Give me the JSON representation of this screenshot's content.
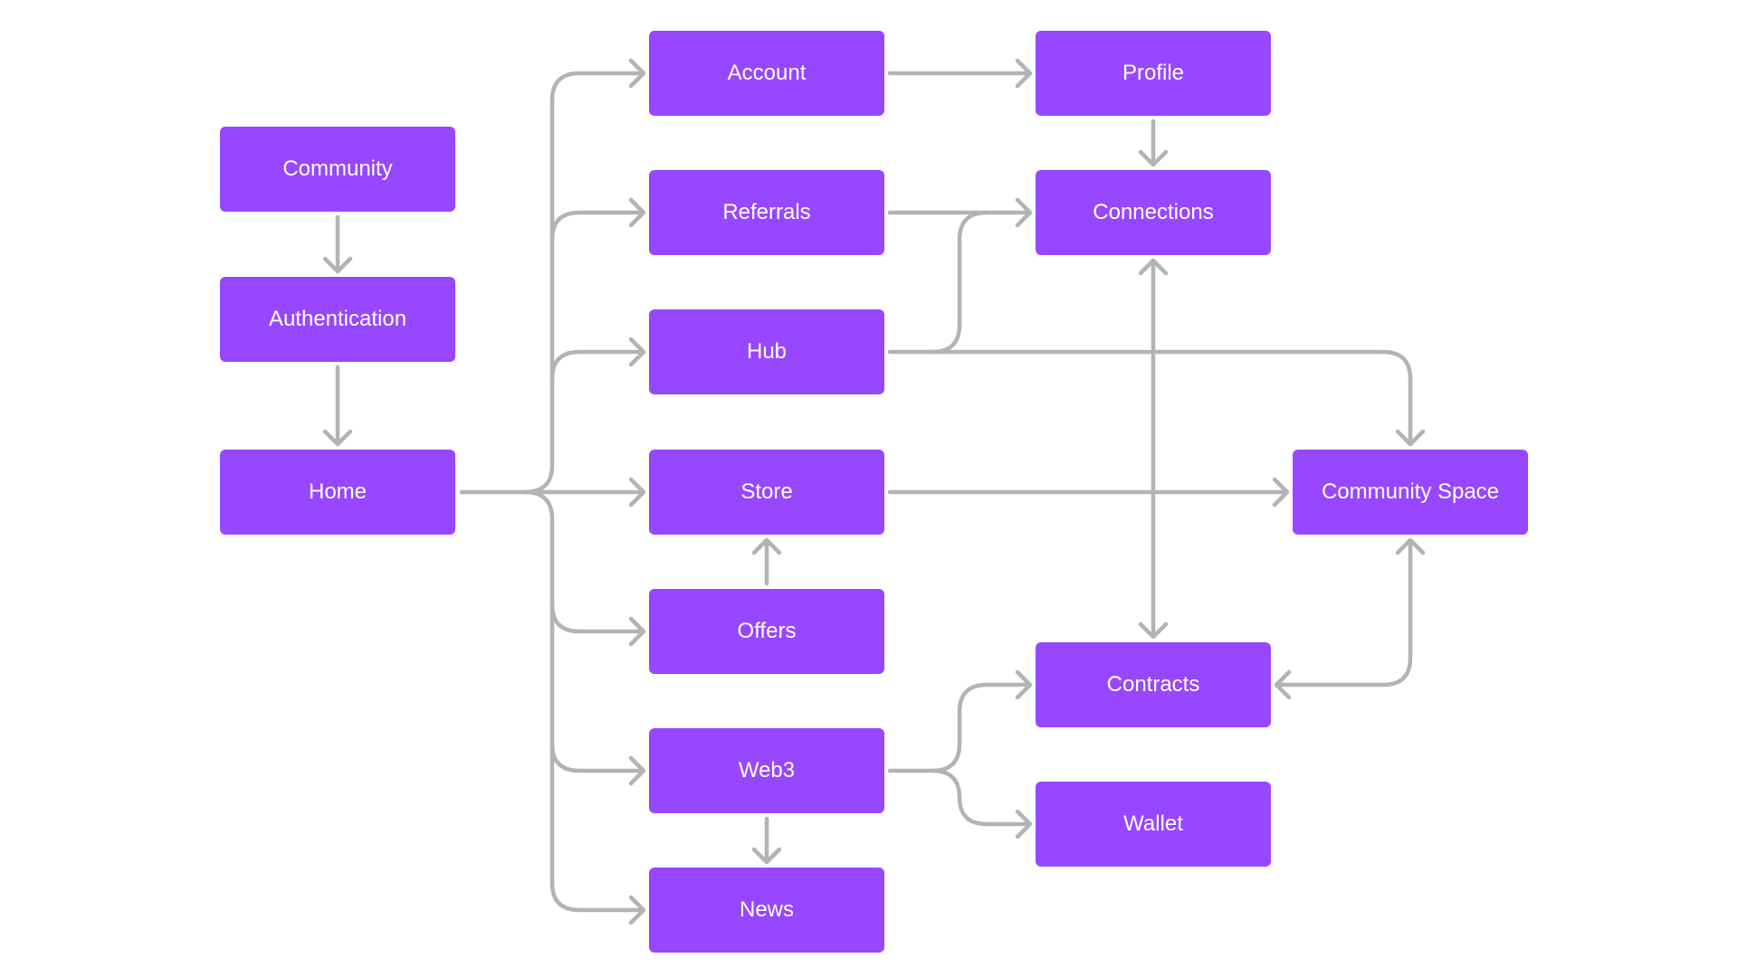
{
  "diagram": {
    "colors": {
      "node_fill": "#9747FF",
      "node_text": "#FFFFFF",
      "connector": "#B3B3B3",
      "background": "#FFFFFF"
    },
    "nodes": {
      "community": "Community",
      "authentication": "Authentication",
      "home": "Home",
      "account": "Account",
      "referrals": "Referrals",
      "hub": "Hub",
      "store": "Store",
      "offers": "Offers",
      "web3": "Web3",
      "news": "News",
      "profile": "Profile",
      "connections": "Connections",
      "contracts": "Contracts",
      "wallet": "Wallet",
      "community_space": "Community Space"
    },
    "edges": [
      {
        "from": "community",
        "to": "authentication"
      },
      {
        "from": "authentication",
        "to": "home"
      },
      {
        "from": "home",
        "to": "account"
      },
      {
        "from": "home",
        "to": "referrals"
      },
      {
        "from": "home",
        "to": "hub"
      },
      {
        "from": "home",
        "to": "store"
      },
      {
        "from": "home",
        "to": "offers"
      },
      {
        "from": "home",
        "to": "web3"
      },
      {
        "from": "home",
        "to": "news"
      },
      {
        "from": "account",
        "to": "profile"
      },
      {
        "from": "profile",
        "to": "connections"
      },
      {
        "from": "referrals",
        "to": "connections"
      },
      {
        "from": "hub",
        "to": "connections"
      },
      {
        "from": "hub",
        "to": "community_space"
      },
      {
        "from": "store",
        "to": "community_space"
      },
      {
        "from": "offers",
        "to": "store"
      },
      {
        "from": "web3",
        "to": "news"
      },
      {
        "from": "web3",
        "to": "contracts"
      },
      {
        "from": "web3",
        "to": "wallet"
      },
      {
        "from": "connections",
        "to": "contracts",
        "bidirectional": true
      },
      {
        "from": "contracts",
        "to": "community_space",
        "bidirectional": true
      }
    ]
  }
}
